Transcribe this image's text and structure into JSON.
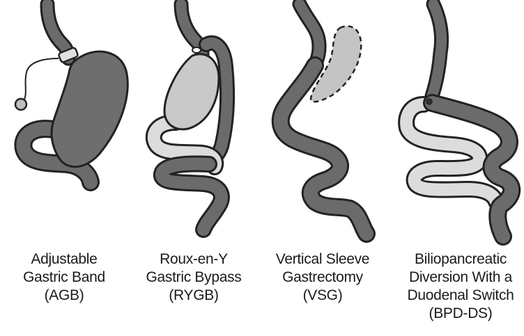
{
  "procedures": [
    {
      "id": "agb",
      "lines": [
        "Adjustable",
        "Gastric Band",
        "(AGB)"
      ]
    },
    {
      "id": "rygb",
      "lines": [
        "Roux-en-Y",
        "Gastric Bypass",
        "(RYGB)"
      ]
    },
    {
      "id": "vsg",
      "lines": [
        "Vertical Sleeve",
        "Gastrectomy",
        "(VSG)"
      ]
    },
    {
      "id": "bpd",
      "lines": [
        "Biliopancreatic",
        "Diversion With a",
        "Duodenal Switch",
        "(BPD-DS)"
      ]
    }
  ],
  "colors": {
    "outline": "#222222",
    "tube_dark": "#6b6b6b",
    "stomach_dark": "#6e6e6e",
    "pouch_light": "#c9c9c9",
    "limb_light": "#dcdcdc",
    "removed_fill": "#c4c4c4"
  }
}
